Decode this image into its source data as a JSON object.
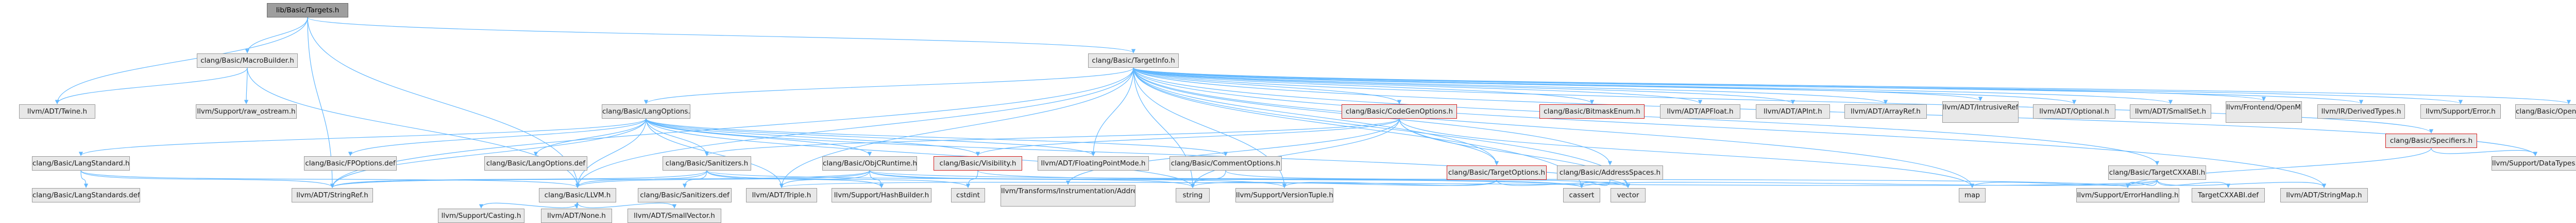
{
  "colors": {
    "edge": "#63b8ff",
    "node_fill": "#e8e8e8",
    "node_border": "#999999",
    "root_fill": "#9e9e9e",
    "red_border": "#d11919"
  },
  "nodes": {
    "targets_h": "lib/Basic/Targets.h",
    "macrobuilder_h": "clang/Basic/MacroBuilder.h",
    "targetinfo_h": "clang/Basic/TargetInfo.h",
    "twine_h": "llvm/ADT/Twine.h",
    "raw_ostream_h": "llvm/Support/raw_ostream.h",
    "langoptions_h": "clang/Basic/LangOptions.h",
    "codegenoptions_h": "clang/Basic/CodeGenOptions.h",
    "bitmaskenum_h": "clang/Basic/BitmaskEnum.h",
    "apfloat_h": "llvm/ADT/APFloat.h",
    "apint_h": "llvm/ADT/APInt.h",
    "arrayref_h": "llvm/ADT/ArrayRef.h",
    "intrusiverefcntptr_h": "llvm/ADT/IntrusiveRefCntPtr.h",
    "optional_h": "llvm/ADT/Optional.h",
    "smallset_h": "llvm/ADT/SmallSet.h",
    "openmpgridvalues_h": "llvm/Frontend/OpenMP/OMPGridValues.h",
    "deriveddtypes_h": "llvm/IR/DerivedTypes.h",
    "error_h": "llvm/Support/Error.h",
    "openclextensions_def": "clang/Basic/OpenCLExtensions.def",
    "specifiers_h": "clang/Basic/Specifiers.h",
    "datatypes_h": "llvm/Support/DataTypes.h",
    "langstandard_h": "clang/Basic/LangStandard.h",
    "fpoptions_def": "clang/Basic/FPOptions.def",
    "langoptions_def": "clang/Basic/LangOptions.def",
    "sanitizers_h": "clang/Basic/Sanitizers.h",
    "objcruntime_h": "clang/Basic/ObjCRuntime.h",
    "visibility_h": "clang/Basic/Visibility.h",
    "floatingpointmode_h": "llvm/ADT/FloatingPointMode.h",
    "commentoptions_h": "clang/Basic/CommentOptions.h",
    "targetoptions_h": "clang/Basic/TargetOptions.h",
    "addressspaces_h": "clang/Basic/AddressSpaces.h",
    "targetcxxabi_h": "clang/Basic/TargetCXXABI.h",
    "langstandards_def": "clang/Basic/LangStandards.def",
    "stringref_h": "llvm/ADT/StringRef.h",
    "llvm_h": "clang/Basic/LLVM.h",
    "sanitizers_def": "clang/Basic/Sanitizers.def",
    "triple_h": "llvm/ADT/Triple.h",
    "hashbuilder_h": "llvm/Support/HashBuilder.h",
    "cstdint": "cstdint",
    "addresssanitizeroptions_h": "llvm/Transforms/Instrumentation/AddressSanitizerOptions.h",
    "string": "string",
    "versiontuple_h": "llvm/Support/VersionTuple.h",
    "cassert": "cassert",
    "vector": "vector",
    "map": "map",
    "errorhandling_h": "llvm/Support/ErrorHandling.h",
    "targetcxxabi_def": "TargetCXXABI.def",
    "stringmap_h": "llvm/ADT/StringMap.h",
    "casting_h": "llvm/Support/Casting.h",
    "none_h": "llvm/ADT/None.h",
    "smallvector_h": "llvm/ADT/SmallVector.h"
  }
}
